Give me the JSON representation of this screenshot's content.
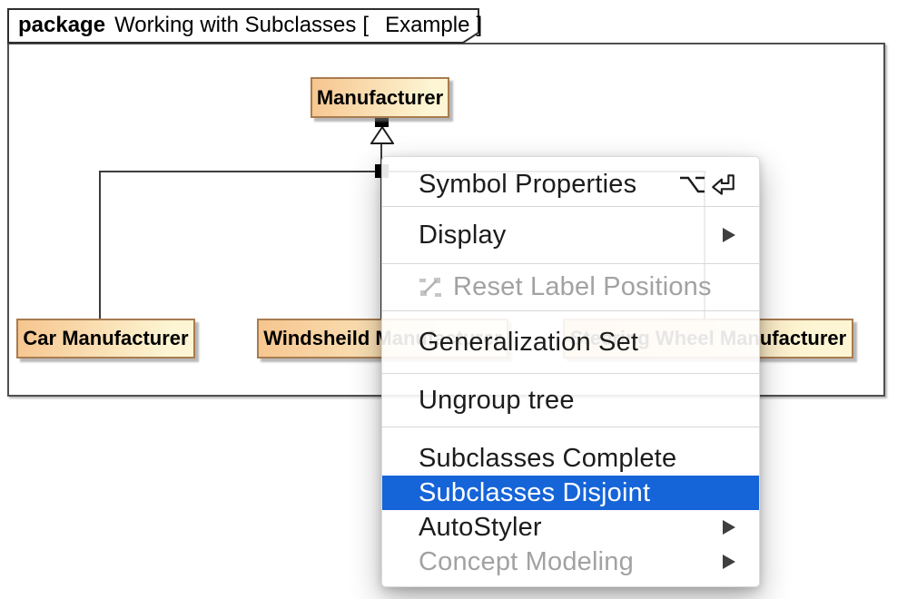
{
  "diagram_frame": {
    "tab": {
      "keyword": "package",
      "title": "Working with Subclasses",
      "bracket_open": "[",
      "diagram_ref": "Example",
      "bracket_close": "]",
      "icon": "package-diagram-icon"
    }
  },
  "diagram": {
    "superclass": "Manufacturer",
    "subclasses": [
      "Car Manufacturer",
      "Windsheild Manufacturer",
      "Steering Wheel Manufacturer"
    ]
  },
  "context_menu": {
    "items": [
      {
        "label": "Symbol Properties",
        "state": "normal",
        "shortcut_icons": [
          "option-icon",
          "return-icon"
        ]
      },
      {
        "label": "Display",
        "state": "normal",
        "submenu": true
      },
      {
        "label": "Reset Label Positions",
        "state": "disabled",
        "icon": "reset-label-positions-icon"
      },
      {
        "label": "Generalization Set",
        "state": "normal"
      },
      {
        "label": "Ungroup tree",
        "state": "normal"
      },
      {
        "label": "Subclasses Complete",
        "state": "normal"
      },
      {
        "label": "Subclasses Disjoint",
        "state": "selected"
      },
      {
        "label": "AutoStyler",
        "state": "normal",
        "submenu": true
      },
      {
        "label": "Concept Modeling",
        "state": "disabled",
        "submenu": true
      }
    ]
  },
  "colors": {
    "menu_selection": "#1564d8",
    "disabled_text": "#a2a2a2",
    "class_fill_start": "#f6c58e",
    "class_fill_end": "#fdf5d3",
    "class_border": "#a87c50",
    "frame_border": "#4f4f4f"
  }
}
